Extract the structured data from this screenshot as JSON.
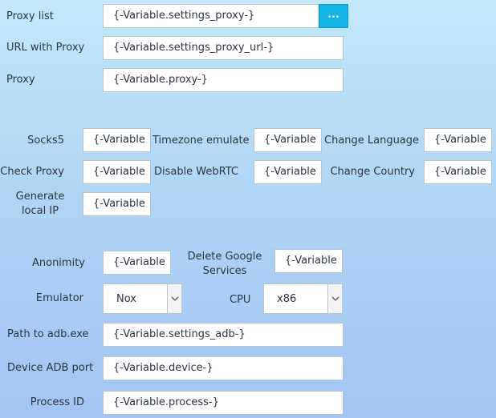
{
  "proxy": {
    "list_label": "Proxy list",
    "list_value": "{-Variable.settings_proxy-}",
    "browse_label": "...",
    "url_label": "URL with Proxy",
    "url_value": "{-Variable.settings_proxy_url-}",
    "proxy_label": "Proxy",
    "proxy_value": "{-Variable.proxy-}"
  },
  "options": {
    "socks5_label": "Socks5",
    "socks5_value": "{-Variable",
    "timezone_label": "Timezone emulate",
    "timezone_value": "{-Variable",
    "language_label": "Change Language",
    "language_value": "{-Variable",
    "check_proxy_label": "Check Proxy",
    "check_proxy_value": "{-Variable",
    "webrtc_label": "Disable WebRTC",
    "webrtc_value": "{-Variable",
    "country_label": "Change Country",
    "country_value": "{-Variable",
    "local_ip_label_line1": "Generate",
    "local_ip_label_line2": "local IP",
    "local_ip_value": "{-Variable"
  },
  "device": {
    "anonimity_label": "Anonimity",
    "anonimity_value": "{-Variable",
    "google_label_line1": "Delete Google",
    "google_label_line2": "Services",
    "google_value": "{-Variable",
    "emulator_label": "Emulator",
    "emulator_selected": "Nox",
    "cpu_label": "CPU",
    "cpu_selected": "x86",
    "adb_label": "Path to adb.exe",
    "adb_value": "{-Variable.settings_adb-}",
    "port_label": "Device ADB port",
    "port_value": "{-Variable.device-}",
    "pid_label": "Process ID",
    "pid_value": "{-Variable.process-}"
  },
  "icons": {
    "dropdown": "chevron-down-icon"
  },
  "colors": {
    "accent": "#14b4e6",
    "background_top": "#c2e8fa",
    "background_bottom": "#a2c4f2"
  }
}
